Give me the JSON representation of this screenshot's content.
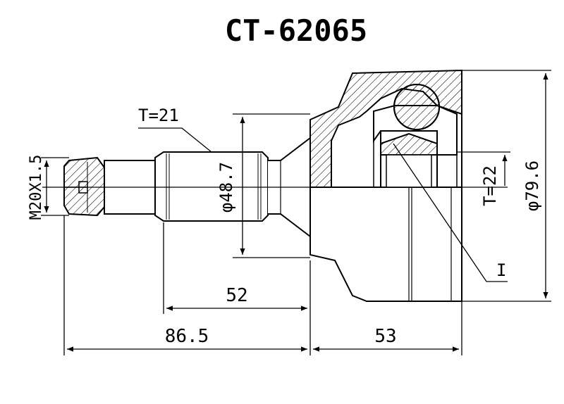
{
  "drawing": {
    "part_number": "CT-62065",
    "labels": {
      "thread": "M20X1.5",
      "spline_outer": "T=21",
      "spline_inner": "T=22",
      "shaft_diameter": "φ48.7",
      "housing_diameter": "φ79.6",
      "leader_mark": "I",
      "dim_shaft_length": "52",
      "dim_total_shaft": "86.5",
      "dim_housing_length": "53"
    }
  }
}
